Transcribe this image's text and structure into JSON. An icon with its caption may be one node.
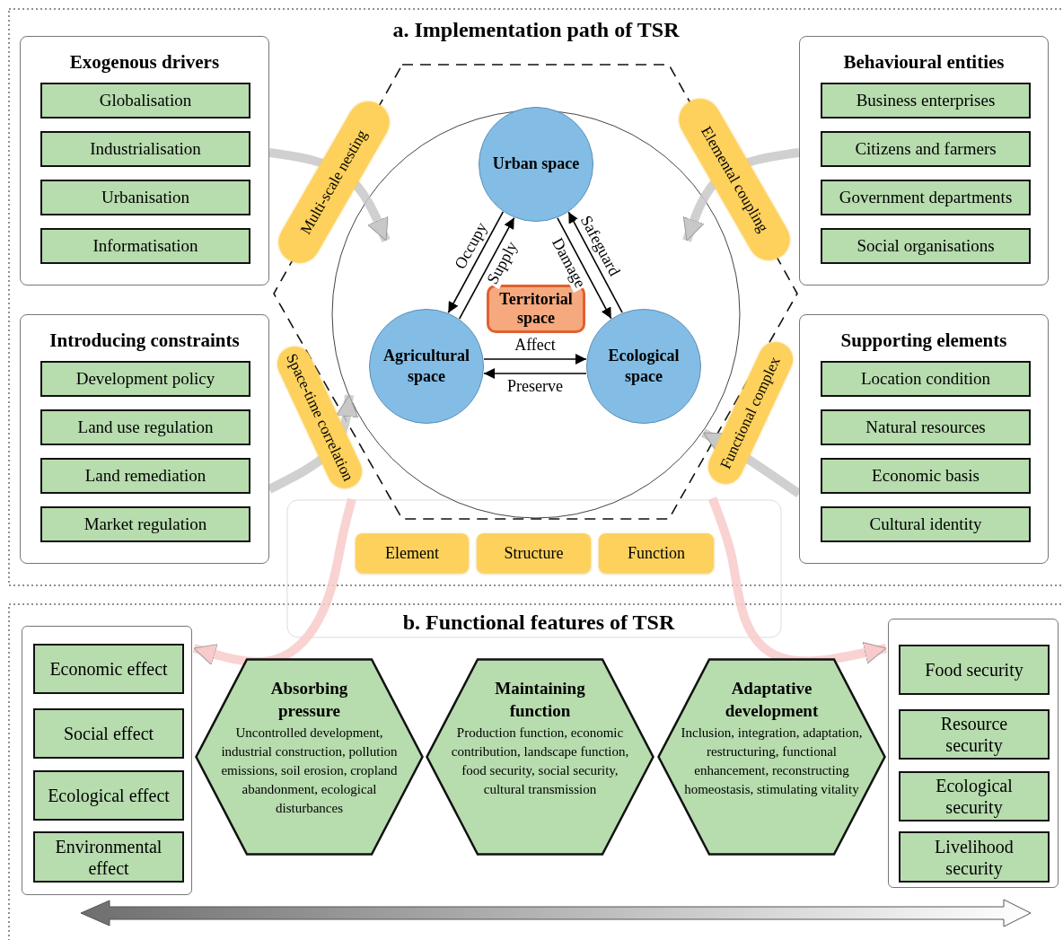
{
  "diagram": {
    "title": "a. Implementation path of TSR",
    "nodes": [
      {
        "text": [
          "Exogenous drivers"
        ]
      },
      {
        "text": [
          "Globalisation"
        ],
        "in": 0
      },
      {
        "text": [
          "Industrialisation"
        ],
        "in": 0
      },
      {
        "text": [
          "Urbanisation"
        ],
        "in": 0
      },
      {
        "text": [
          "Informatisation"
        ],
        "in": 0
      },
      {
        "text": [
          "Introducing constraints"
        ]
      },
      {
        "text": [
          "Development policy"
        ],
        "in": 5
      },
      {
        "text": [
          "Land use regulation"
        ],
        "in": 5
      },
      {
        "text": [
          "Land remediation"
        ],
        "in": 5
      },
      {
        "text": [
          "Market regulation"
        ],
        "in": 5
      },
      {
        "text": [
          "Behavioural entities"
        ]
      },
      {
        "text": [
          "Business enterprises"
        ],
        "in": 10
      },
      {
        "text": [
          "Citizens and farmers"
        ],
        "in": 10
      },
      {
        "text": [
          "Government departments"
        ],
        "in": 10
      },
      {
        "text": [
          "Social organisations"
        ],
        "in": 10
      },
      {
        "text": [
          "Supporting elements"
        ]
      },
      {
        "text": [
          "Location condition"
        ],
        "in": 15
      },
      {
        "text": [
          "Natural resources"
        ],
        "in": 15
      },
      {
        "text": [
          "Economic basis"
        ],
        "in": 15
      },
      {
        "text": [
          "Cultural identity"
        ],
        "in": 15
      },
      {
        "text": [
          "Urban space"
        ]
      },
      {
        "text": [
          "Agricultural space"
        ]
      },
      {
        "text": [
          "Ecological space"
        ]
      },
      {
        "text": [
          "Territorial space"
        ]
      },
      {
        "text": [
          "Multi-scale nesting"
        ]
      },
      {
        "text": [
          "Elemental coupling"
        ]
      },
      {
        "text": [
          "Space-time correlation"
        ]
      },
      {
        "text": [
          "Functional complex"
        ]
      },
      {
        "text": [
          "Element"
        ]
      },
      {
        "text": [
          "Structure"
        ]
      },
      {
        "text": [
          "Function"
        ]
      },
      {
        "text": [],
        "shape": "box"
      },
      {
        "text": [
          "Economic effect"
        ],
        "in": 31
      },
      {
        "text": [
          "Social effect"
        ],
        "in": 31
      },
      {
        "text": [
          "Ecological effect"
        ],
        "in": 31
      },
      {
        "text": [
          "Environmental effect"
        ],
        "in": 31
      },
      {
        "text": [],
        "shape": "box"
      },
      {
        "text": [
          "Food security"
        ],
        "in": 36
      },
      {
        "text": [
          "Resource security"
        ],
        "in": 36
      },
      {
        "text": [
          "Ecological security"
        ],
        "in": 36
      },
      {
        "text": [
          "Livelihood security"
        ],
        "in": 36
      },
      {
        "text": [
          "Absorbing pressure",
          "Uncontrolled development, industrial construction, pollution emissions, soil erosion, cropland abandonment, ecological disturbances"
        ]
      },
      {
        "text": [
          "Maintaining function",
          "Production function, economic contribution, landscape function, food security, social security, cultural transmission"
        ]
      },
      {
        "text": [
          "Adaptative development",
          "Inclusion, integration, adaptation, restructuring, functional enhancement, reconstructing homeostasis, stimulating vitality"
        ]
      }
    ],
    "edges": [
      {
        "from": 20,
        "to": 21,
        "arrow": "to",
        "label": "Occupy"
      },
      {
        "from": 21,
        "to": 20,
        "arrow": "to",
        "label": "Supply"
      },
      {
        "from": 20,
        "to": 22,
        "arrow": "to",
        "label": "Damage"
      },
      {
        "from": 22,
        "to": 20,
        "arrow": "to",
        "label": "Safeguard"
      },
      {
        "from": 21,
        "to": 22,
        "arrow": "to",
        "label": "Affect"
      },
      {
        "from": 22,
        "to": 21,
        "arrow": "to",
        "label": "Preserve"
      },
      {
        "from": 0,
        "to": 24,
        "arrow": "to",
        "style": "thick",
        "color": "#c8c8c8"
      },
      {
        "from": 10,
        "to": 25,
        "arrow": "to",
        "style": "thick",
        "color": "#c8c8c8"
      },
      {
        "from": 5,
        "to": 26,
        "arrow": "to",
        "style": "thick",
        "color": "#c8c8c8"
      },
      {
        "from": 15,
        "to": 27,
        "arrow": "to",
        "style": "thick",
        "color": "#c8c8c8"
      },
      {
        "from": 26,
        "to": 31,
        "arrow": "to",
        "style": "thick",
        "color": "#f8caca"
      },
      {
        "from": 27,
        "to": 36,
        "arrow": "to",
        "style": "thick",
        "color": "#f8caca"
      }
    ],
    "labels": [
      "b. Functional features of TSR"
    ]
  }
}
